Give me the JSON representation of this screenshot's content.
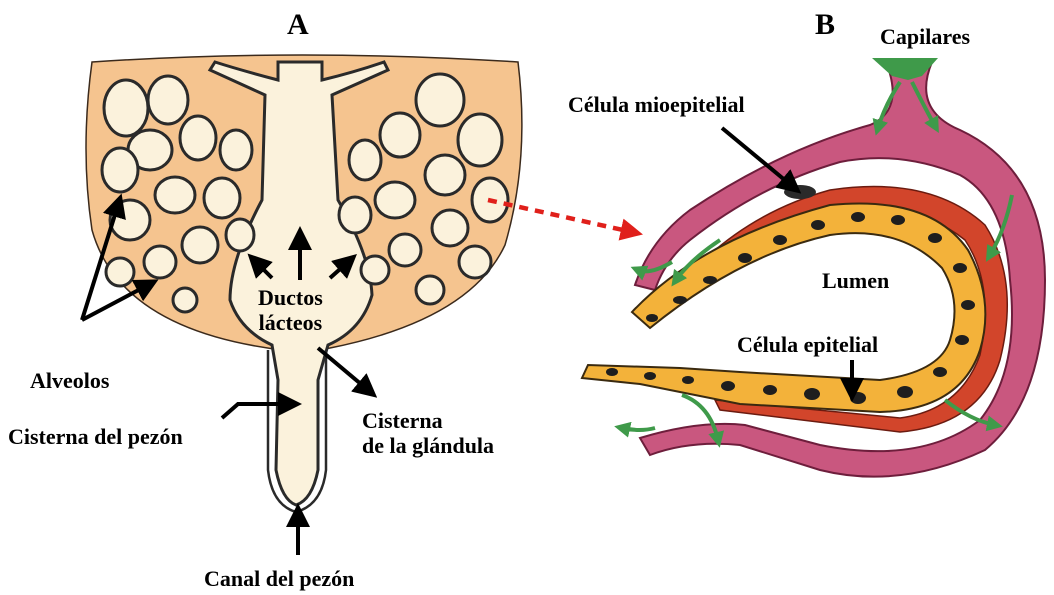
{
  "panels": {
    "a": {
      "letter": "A"
    },
    "b": {
      "letter": "B"
    }
  },
  "labels": {
    "ductos_line1": "Ductos",
    "ductos_line2": "lácteos",
    "alveolos": "Alveolos",
    "cisterna_pezon": "Cisterna del pezón",
    "cisterna_glandula_line1": "Cisterna",
    "cisterna_glandula_line2": "de la glándula",
    "canal_pezon": "Canal del pezón",
    "capilares": "Capilares",
    "celula_mioepitelial": "Célula mioepitelial",
    "lumen": "Lumen",
    "celula_epitelial": "Célula epitelial"
  },
  "colors": {
    "udder_fill": "#f5c48f",
    "alveolus_fill": "#fbf2dc",
    "vessel": "#c9577f",
    "epithelium": "#f3b23a",
    "myoepithelium": "#d2452b",
    "flow_arrow": "#3f9a4a",
    "pointer_arrow": "#e0201b"
  }
}
